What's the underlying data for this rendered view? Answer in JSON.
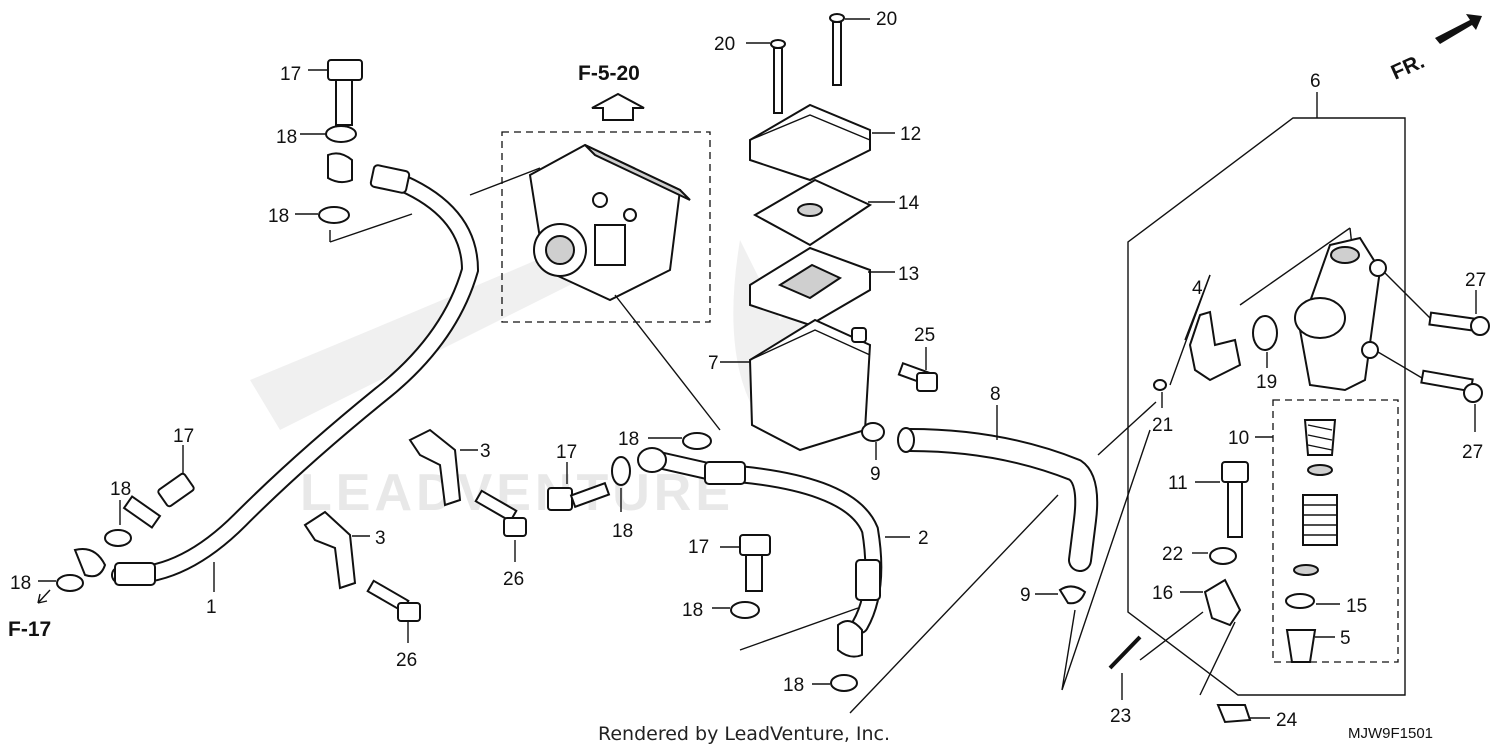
{
  "diagram": {
    "ref_abs": "F-5-20",
    "ref_brake": "F-17",
    "front_label": "FR.",
    "watermark": "LEADVENTURE",
    "footer": "Rendered by LeadVenture, Inc.",
    "diagram_code": "MJW9F1501",
    "callouts": {
      "c1": "1",
      "c2": "2",
      "c3a": "3",
      "c3b": "3",
      "c4": "4",
      "c5": "5",
      "c6": "6",
      "c7": "7",
      "c8": "8",
      "c9a": "9",
      "c9b": "9",
      "c10": "10",
      "c11": "11",
      "c12": "12",
      "c13": "13",
      "c14": "14",
      "c15": "15",
      "c16": "16",
      "c17a": "17",
      "c17b": "17",
      "c17c": "17",
      "c17d": "17",
      "c18a": "18",
      "c18b": "18",
      "c18c": "18",
      "c18d": "18",
      "c18e": "18",
      "c18f": "18",
      "c18g": "18",
      "c18h": "18",
      "c19": "19",
      "c20a": "20",
      "c20b": "20",
      "c21": "21",
      "c22": "22",
      "c23": "23",
      "c24": "24",
      "c25": "25",
      "c26a": "26",
      "c26b": "26",
      "c27a": "27",
      "c27b": "27"
    }
  }
}
